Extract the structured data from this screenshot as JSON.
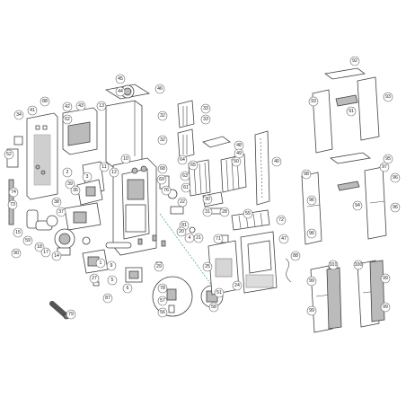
{
  "callouts": [
    {
      "id": "c45",
      "label": "45"
    },
    {
      "id": "c44",
      "label": "44"
    },
    {
      "id": "c46",
      "label": "46"
    },
    {
      "id": "c88",
      "label": "88"
    },
    {
      "id": "c41",
      "label": "41"
    },
    {
      "id": "c42",
      "label": "42"
    },
    {
      "id": "c43",
      "label": "43"
    },
    {
      "id": "c34",
      "label": "34"
    },
    {
      "id": "c13",
      "label": "13"
    },
    {
      "id": "c32a",
      "label": "32"
    },
    {
      "id": "c33a",
      "label": "33"
    },
    {
      "id": "c32b",
      "label": "32"
    },
    {
      "id": "c33b",
      "label": "33"
    },
    {
      "id": "c48",
      "label": "48"
    },
    {
      "id": "c49",
      "label": "49"
    },
    {
      "id": "c50",
      "label": "50"
    },
    {
      "id": "c92",
      "label": "92"
    },
    {
      "id": "c93a",
      "label": "93"
    },
    {
      "id": "c93b",
      "label": "93"
    },
    {
      "id": "c91",
      "label": "91"
    },
    {
      "id": "c62",
      "label": "62"
    },
    {
      "id": "c52",
      "label": "52"
    },
    {
      "id": "c10",
      "label": "10"
    },
    {
      "id": "c11",
      "label": "11"
    },
    {
      "id": "c12",
      "label": "12"
    },
    {
      "id": "c2",
      "label": "2"
    },
    {
      "id": "c3",
      "label": "3"
    },
    {
      "id": "c39",
      "label": "39"
    },
    {
      "id": "c36",
      "label": "36"
    },
    {
      "id": "c40",
      "label": "40"
    },
    {
      "id": "c64",
      "label": "64"
    },
    {
      "id": "c65",
      "label": "65"
    },
    {
      "id": "c63",
      "label": "63"
    },
    {
      "id": "c68",
      "label": "68"
    },
    {
      "id": "c69",
      "label": "69"
    },
    {
      "id": "c76",
      "label": "76"
    },
    {
      "id": "c61",
      "label": "61"
    },
    {
      "id": "c22",
      "label": "22"
    },
    {
      "id": "c30",
      "label": "30"
    },
    {
      "id": "c28",
      "label": "28"
    },
    {
      "id": "c31",
      "label": "31"
    },
    {
      "id": "c81",
      "label": "81"
    },
    {
      "id": "c55",
      "label": "55"
    },
    {
      "id": "c72",
      "label": "72"
    },
    {
      "id": "c71",
      "label": "71"
    },
    {
      "id": "c47",
      "label": "47"
    },
    {
      "id": "c95",
      "label": "95"
    },
    {
      "id": "c97",
      "label": "97"
    },
    {
      "id": "c98",
      "label": "98"
    },
    {
      "id": "c96a",
      "label": "96"
    },
    {
      "id": "c96b",
      "label": "96"
    },
    {
      "id": "c96c",
      "label": "96"
    },
    {
      "id": "c96d",
      "label": "96"
    },
    {
      "id": "c94",
      "label": "94"
    },
    {
      "id": "c74",
      "label": "74"
    },
    {
      "id": "c73",
      "label": "73"
    },
    {
      "id": "c38",
      "label": "38"
    },
    {
      "id": "c37",
      "label": "37"
    },
    {
      "id": "c15",
      "label": "15"
    },
    {
      "id": "c59",
      "label": "59"
    },
    {
      "id": "c18",
      "label": "18"
    },
    {
      "id": "c17",
      "label": "17"
    },
    {
      "id": "c14",
      "label": "14"
    },
    {
      "id": "c90",
      "label": "90"
    },
    {
      "id": "c20",
      "label": "20"
    },
    {
      "id": "c4",
      "label": "4"
    },
    {
      "id": "c21",
      "label": "21"
    },
    {
      "id": "c1",
      "label": "1"
    },
    {
      "id": "c9",
      "label": "9"
    },
    {
      "id": "c29",
      "label": "29"
    },
    {
      "id": "c25",
      "label": "25"
    },
    {
      "id": "c24",
      "label": "24"
    },
    {
      "id": "c88b",
      "label": "88"
    },
    {
      "id": "c27",
      "label": "27"
    },
    {
      "id": "c5",
      "label": "5"
    },
    {
      "id": "c6",
      "label": "6"
    },
    {
      "id": "c87",
      "label": "87"
    },
    {
      "id": "c79",
      "label": "79"
    },
    {
      "id": "c78",
      "label": "78"
    },
    {
      "id": "c57",
      "label": "57"
    },
    {
      "id": "c56",
      "label": "56"
    },
    {
      "id": "c51",
      "label": "51"
    },
    {
      "id": "c58",
      "label": "58"
    },
    {
      "id": "c101",
      "label": "101"
    },
    {
      "id": "c100",
      "label": "100"
    },
    {
      "id": "c99a",
      "label": "99"
    },
    {
      "id": "c99b",
      "label": "99"
    },
    {
      "id": "c99c",
      "label": "99"
    },
    {
      "id": "c99d",
      "label": "99"
    }
  ]
}
